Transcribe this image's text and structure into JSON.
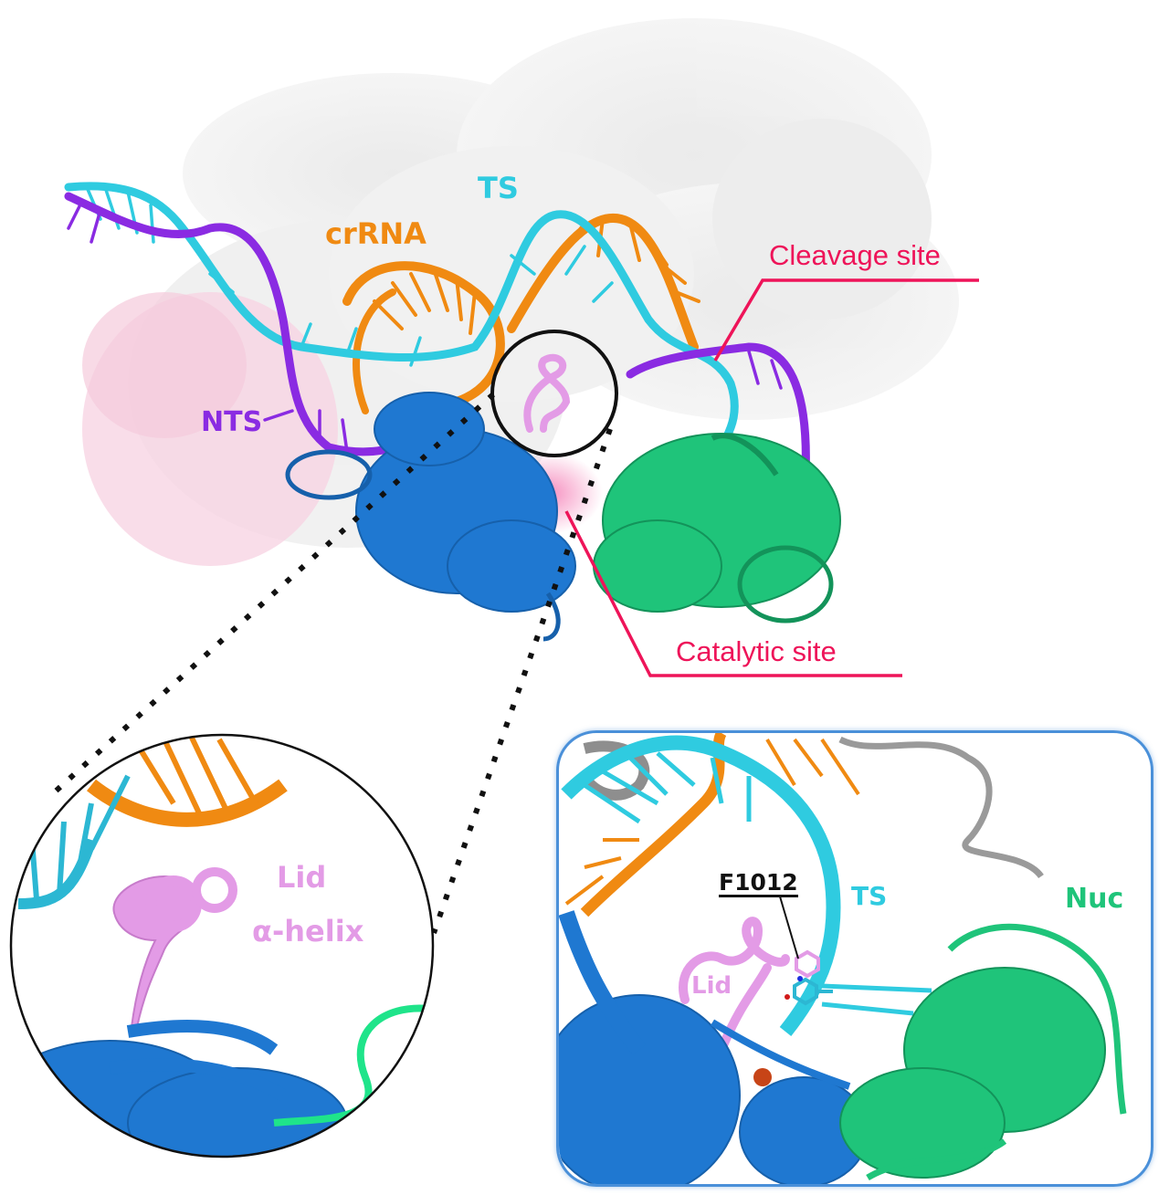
{
  "figure": {
    "main_view": {
      "labels": {
        "ts": "TS",
        "crrna": "crRNA",
        "nts": "NTS",
        "cleavage_site": "Cleavage site",
        "catalytic_site": "Catalytic site"
      }
    },
    "zoom_inset": {
      "labels": {
        "lid": "Lid",
        "alpha_helix": "α-helix"
      }
    },
    "detail_inset": {
      "labels": {
        "residue": "F1012",
        "ts": "TS",
        "nuc": "Nuc",
        "lid": "Lid"
      }
    },
    "colors": {
      "ts": "#2fcbe0",
      "crrna": "#f08a12",
      "nts": "#8a2be2",
      "callout": "#ee1459",
      "lid": "#e39be6",
      "nuc": "#1fc47a",
      "protein_blue": "#1f78d1",
      "frame": "#4a90d9"
    }
  }
}
